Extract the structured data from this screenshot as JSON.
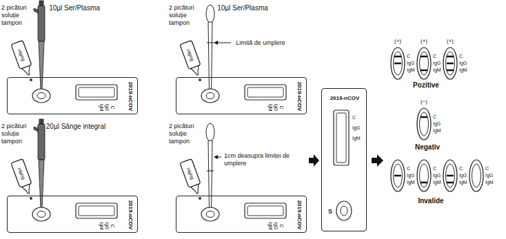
{
  "diagram": {
    "nodes": [
      {
        "text": [
          "2019-nCOV",
          "C",
          "IgG",
          "IgM"
        ]
      },
      {
        "text": [
          "2019-nCOV",
          "C",
          "IgG",
          "IgM"
        ]
      },
      {
        "text": [
          "2019-nCOV",
          "C",
          "IgG",
          "IgM"
        ]
      },
      {
        "text": [
          "2019-nCOV",
          "C",
          "IgG",
          "IgM"
        ]
      },
      {
        "text": [
          "2019-nCOV",
          "C",
          "IgG",
          "IgM",
          "S"
        ]
      }
    ],
    "labels": [
      "2 picături soluție tampon",
      "10µl Ser/Plasma",
      "Buffer",
      "2 picături soluție tampon",
      "10µl Ser/Plasma",
      "Limită de umplere",
      "Buffer",
      "2 picături soluție tampon",
      "20µl Sânge integral",
      "Buffer",
      "2 picături soluție tampon",
      "1cm deasupra limitei de umplere",
      "Buffer",
      "C",
      "IgG",
      "IgM",
      "C",
      "IgG",
      "IgM",
      "C",
      "IgG",
      "IgM",
      "C",
      "IgG",
      "IgM",
      "C",
      "IgG",
      "IgM",
      "C",
      "IgG",
      "IgM",
      "C",
      "IgG",
      "IgM",
      "C",
      "IgG",
      "IgM",
      "(+)",
      "(+)",
      "(+)",
      "Pozitive",
      "(−)",
      "Negativ",
      "Invalide"
    ]
  }
}
